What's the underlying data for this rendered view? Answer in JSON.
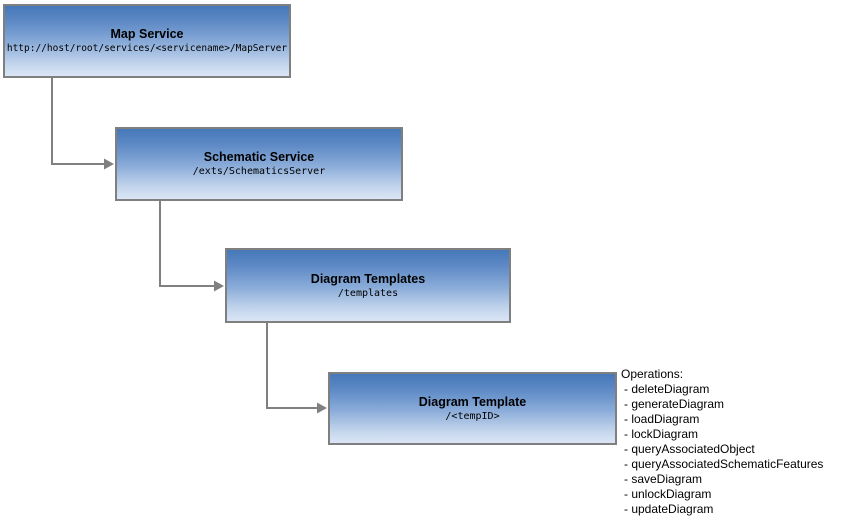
{
  "diagram": {
    "nodes": [
      {
        "title": "Map Service",
        "subtitle": "http://host/root/services/<servicename>/MapServer"
      },
      {
        "title": "Schematic Service",
        "subtitle": "/exts/SchematicsServer"
      },
      {
        "title": "Diagram Templates",
        "subtitle": "/templates"
      },
      {
        "title": "Diagram Template",
        "subtitle": "/<tempID>"
      }
    ],
    "operations": {
      "heading": "Operations:",
      "items": [
        "- deleteDiagram",
        "- generateDiagram",
        "- loadDiagram",
        "- lockDiagram",
        "- queryAssociatedObject",
        "- queryAssociatedSchematicFeatures",
        "- saveDiagram",
        "- unlockDiagram",
        "- updateDiagram"
      ]
    },
    "colors": {
      "box_gradient_top": "#4678b9",
      "box_gradient_mid": "#89abd8",
      "box_gradient_bottom": "#dbe6f6",
      "box_border": "#7f7f7f",
      "connector": "#808080",
      "text": "#000000",
      "background": "#ffffff"
    }
  }
}
